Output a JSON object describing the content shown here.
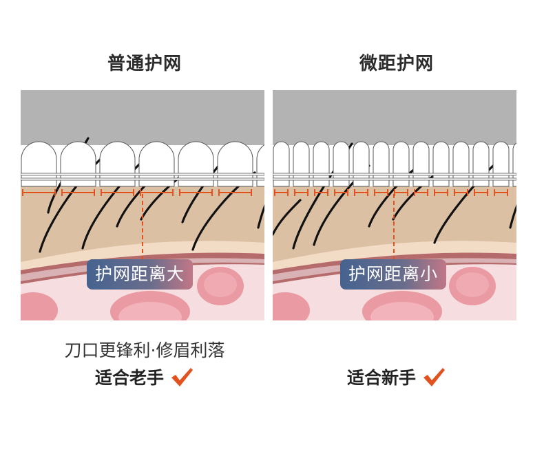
{
  "left": {
    "title": "普通护网",
    "badge": "护网距离大",
    "caption": "刀口更锋利·修眉利落",
    "suitable": "适合老手"
  },
  "right": {
    "title": "微距护网",
    "badge": "护网距离小",
    "suitable": "适合新手"
  },
  "icons": {
    "check": "check-icon"
  },
  "colors": {
    "foil_gray": "#b3b3b3",
    "skin": "#dcc0a4",
    "skin_light": "#f3dcc5",
    "measure_line": "#e2521f",
    "check": "#e2521f",
    "flesh": "#f6dde0",
    "spot": "#ea9aa3",
    "hair": "#111111"
  }
}
